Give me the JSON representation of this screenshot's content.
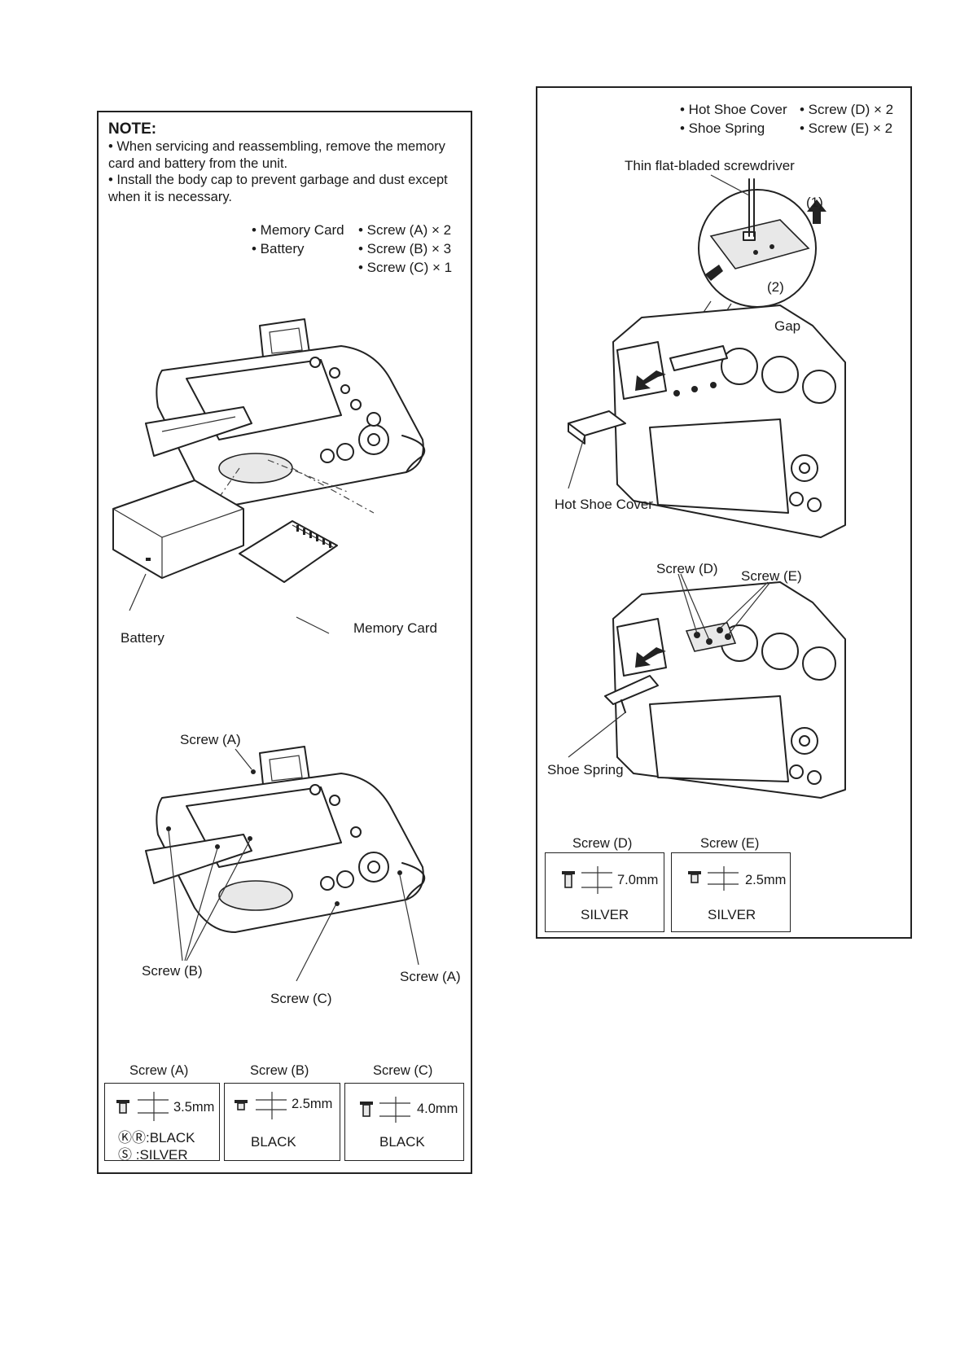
{
  "left_panel": {
    "note": {
      "title": "NOTE:",
      "lines": [
        "• When servicing and reassembling, remove the memory card and battery from the unit.",
        "• Install the body cap to prevent garbage and dust except when it is necessary."
      ]
    },
    "parts_list": {
      "items": [
        "• Memory Card",
        "• Battery"
      ],
      "screws": [
        "• Screw (A) × 2",
        "• Screw (B) × 3",
        "• Screw (C) × 1"
      ]
    },
    "labels": {
      "battery": "Battery",
      "memory_card": "Memory Card",
      "screw_a_top": "Screw (A)",
      "screw_b": "Screw (B)",
      "screw_a_right": "Screw (A)",
      "screw_c": "Screw (C)"
    },
    "screw_specs": [
      {
        "head": "Screw (A)",
        "length": "3.5mm",
        "color_lines": [
          "ⓀⓇ:BLACK",
          "Ⓢ    :SILVER"
        ]
      },
      {
        "head": "Screw (B)",
        "length": "2.5mm",
        "color_lines": [
          "BLACK"
        ]
      },
      {
        "head": "Screw (C)",
        "length": "4.0mm",
        "color_lines": [
          "BLACK"
        ]
      }
    ]
  },
  "right_panel": {
    "parts_list": {
      "items": [
        "• Hot Shoe Cover",
        "• Shoe Spring"
      ],
      "screws": [
        "• Screw (D) × 2",
        "• Screw (E) × 2"
      ]
    },
    "labels": {
      "screwdriver": "Thin flat-bladed screwdriver",
      "step1": "(1)",
      "step2": "(2)",
      "gap": "Gap",
      "hot_shoe_cover": "Hot Shoe Cover",
      "screw_d": "Screw (D)",
      "screw_e": "Screw (E)",
      "shoe_spring": "Shoe Spring"
    },
    "screw_specs": [
      {
        "head": "Screw (D)",
        "length": "7.0mm",
        "color_lines": [
          "SILVER"
        ]
      },
      {
        "head": "Screw (E)",
        "length": "2.5mm",
        "color_lines": [
          "SILVER"
        ]
      }
    ]
  }
}
